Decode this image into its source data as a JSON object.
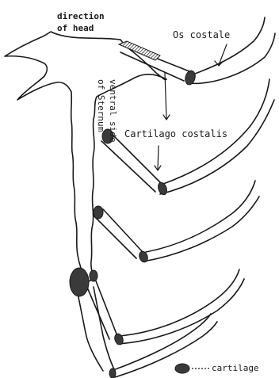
{
  "labels": {
    "head_line1": "direction",
    "head_line2": "of  head",
    "os_costale": "Os costale",
    "cartilago_costalis": "Cartilago costalis",
    "sternum_line1": "ventral side",
    "sternum_line2": "of Sternum",
    "legend": "cartilage"
  },
  "colors": {
    "ink": "#1a1a1a",
    "cartilage_fill": "#3a3a3a",
    "background": "#ffffff"
  }
}
